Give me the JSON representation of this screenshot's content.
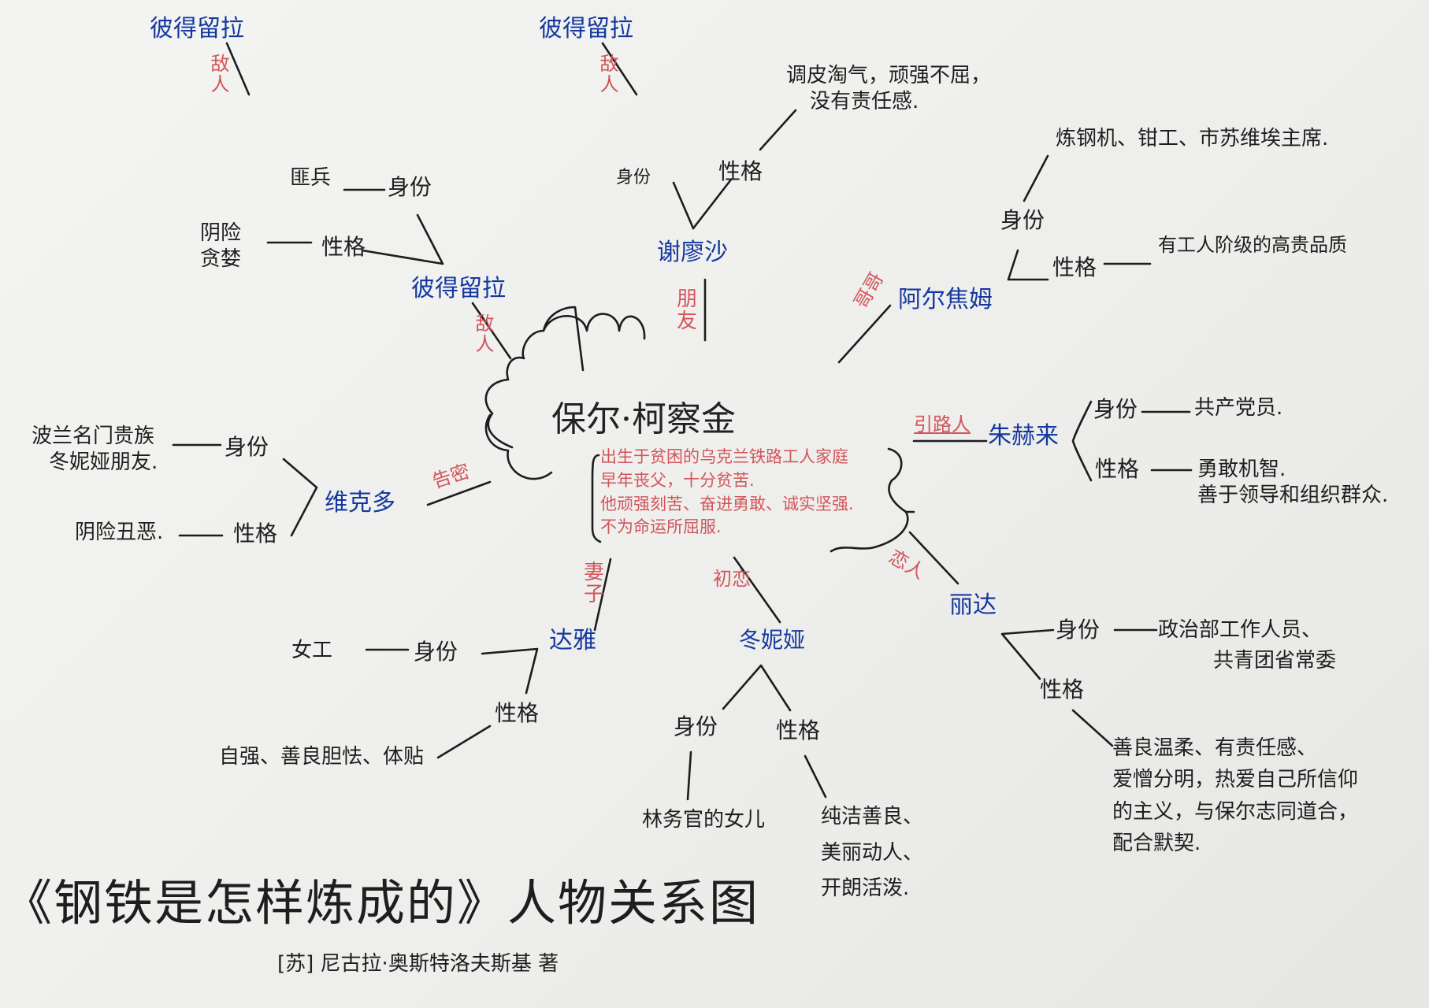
{
  "title": "《钢铁是怎样炼成的》人物关系图",
  "author": "[苏] 尼古拉·奥斯特洛夫斯基 著",
  "center": {
    "name": "保尔·柯察金",
    "summary": [
      "出生于贫困的乌克兰铁路工人家庭",
      "早年丧父，十分贫苦.",
      "他顽强刻苦、奋进勇敢、诚实坚强.",
      "不为命运所屈服."
    ]
  },
  "labels": {
    "identity": "身份",
    "character": "性格"
  },
  "colors": {
    "character_name": "#1538a0",
    "relation": "#d2555a",
    "ink": "#1e1e1e"
  },
  "characters": [
    {
      "id": "piotr-top-left",
      "name": "彼得留拉",
      "relation": "敌人"
    },
    {
      "id": "piotr-top-middle",
      "name": "彼得留拉",
      "relation": "敌人"
    },
    {
      "id": "piotr",
      "name": "彼得留拉",
      "relation": "敌人",
      "identity": "匪兵",
      "character": [
        "阴险",
        "贪婪"
      ]
    },
    {
      "id": "seryozha",
      "name": "谢廖沙",
      "relation": "朋友",
      "identity": "",
      "character": [
        "调皮淘气，顽强不屈，",
        "没有责任感."
      ]
    },
    {
      "id": "artyom",
      "name": "阿尔焦姆",
      "relation": "哥哥",
      "identity": "炼钢机、钳工、市苏维埃主席.",
      "character": [
        "有工人阶级的高贵品质"
      ]
    },
    {
      "id": "zhukhrai",
      "name": "朱赫来",
      "relation": "引路人",
      "identity": "共产党员.",
      "character": [
        "勇敢机智.",
        "善于领导和组织群众."
      ]
    },
    {
      "id": "rita",
      "name": "丽达",
      "relation": "恋人",
      "identity": [
        "政治部工作人员、",
        "共青团省常委"
      ],
      "character": [
        "善良温柔、有责任感、",
        "爱憎分明，热爱自己所信仰",
        "的主义，与保尔志同道合，",
        "配合默契."
      ]
    },
    {
      "id": "tonya",
      "name": "冬妮娅",
      "relation": "初恋",
      "identity": "林务官的女儿",
      "character": [
        "纯洁善良、",
        "美丽动人、",
        "开朗活泼."
      ]
    },
    {
      "id": "taya",
      "name": "达雅",
      "relation": "妻子",
      "identity": "女工",
      "character": [
        "自强、善良胆怯、体贴"
      ]
    },
    {
      "id": "viktor",
      "name": "维克多",
      "relation": "告密",
      "identity": [
        "波兰名门贵族",
        "冬妮娅朋友."
      ],
      "character": [
        "阴险丑恶."
      ]
    }
  ]
}
